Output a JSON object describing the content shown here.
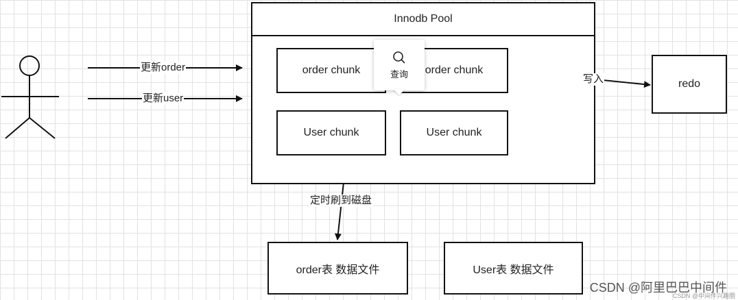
{
  "pool": {
    "title": "Innodb Pool"
  },
  "chunks": {
    "order_chunk_1": "order chunk",
    "order_chunk_2": "order chunk",
    "user_chunk_1": "User chunk",
    "user_chunk_2": "User chunk"
  },
  "tooltip": {
    "icon": "search-icon",
    "label": "查询"
  },
  "redo": "redo",
  "files": {
    "order_file": "order表 数据文件",
    "user_file": "User表 数据文件"
  },
  "arrows": {
    "update_order": "更新order",
    "update_user": "更新user",
    "write": "写入",
    "flush": "定时刷到磁盘"
  },
  "watermark": {
    "main": "CSDN @阿里巴巴中间件",
    "small": "CSDN @中间件兴趣圈"
  }
}
